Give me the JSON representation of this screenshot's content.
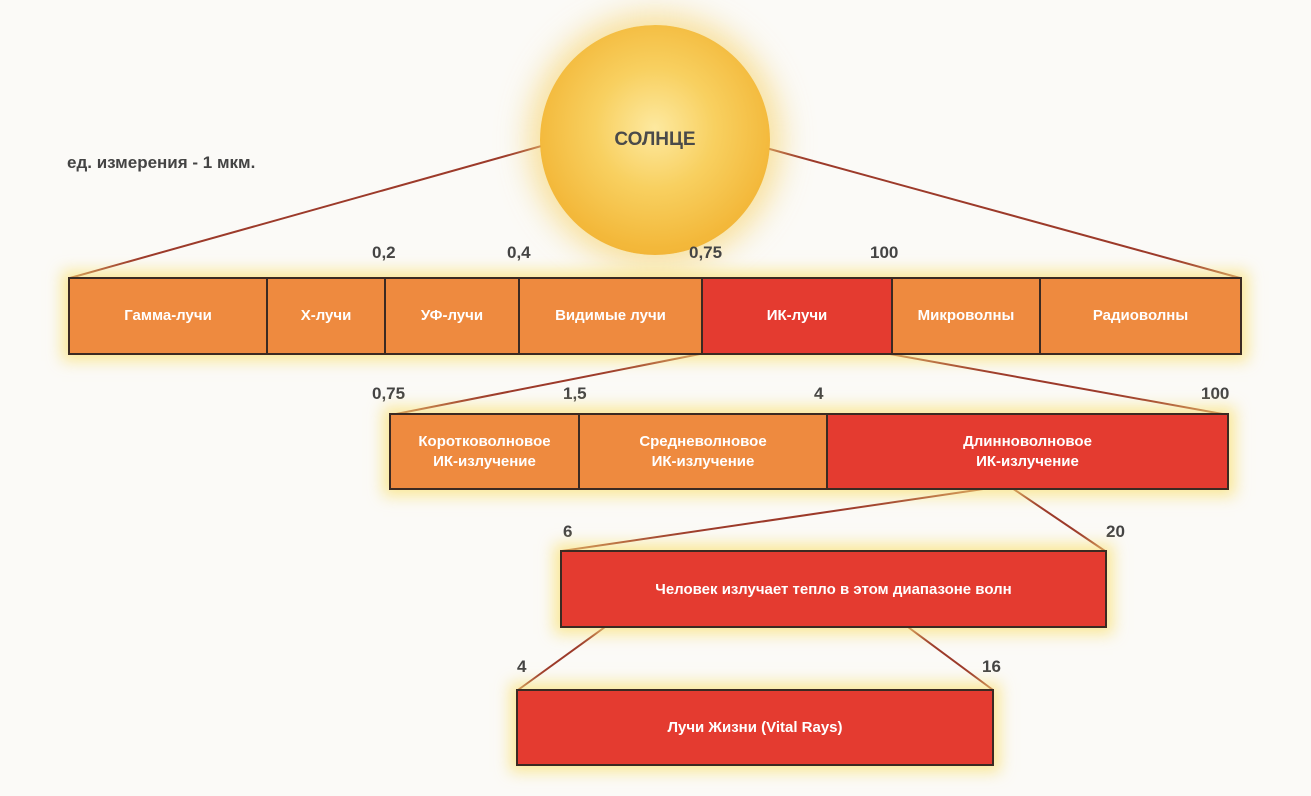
{
  "sun": {
    "label": "СОЛНЦЕ"
  },
  "unit_note": "ед. измерения - 1 мкм.",
  "spectrum": {
    "ticks": [
      "0,2",
      "0,4",
      "0,75",
      "100"
    ],
    "cells": [
      {
        "label": "Гамма-лучи",
        "highlight": false
      },
      {
        "label": "Х-лучи",
        "highlight": false
      },
      {
        "label": "УФ-лучи",
        "highlight": false
      },
      {
        "label": "Видимые лучи",
        "highlight": false
      },
      {
        "label": "ИК-лучи",
        "highlight": true
      },
      {
        "label": "Микроволны",
        "highlight": false
      },
      {
        "label": "Радиоволны",
        "highlight": false
      }
    ]
  },
  "ir": {
    "ticks": [
      "0,75",
      "1,5",
      "4",
      "100"
    ],
    "cells": [
      {
        "label_line1": "Коротковолновое",
        "label_line2": "ИК-излучение",
        "highlight": false
      },
      {
        "label_line1": "Средневолновое",
        "label_line2": "ИК-излучение",
        "highlight": false
      },
      {
        "label_line1": "Длинноволновое",
        "label_line2": "ИК-излучение",
        "highlight": true
      }
    ]
  },
  "human": {
    "ticks": [
      "6",
      "20"
    ],
    "label": "Человек излучает тепло в этом диапазоне волн"
  },
  "vital": {
    "ticks": [
      "4",
      "16"
    ],
    "label": "Лучи Жизни (Vital Rays)"
  },
  "colors": {
    "orange": "#ee8a3f",
    "red": "#e43b30",
    "line": "#9c3a2a",
    "sun": "#f3b83a"
  }
}
